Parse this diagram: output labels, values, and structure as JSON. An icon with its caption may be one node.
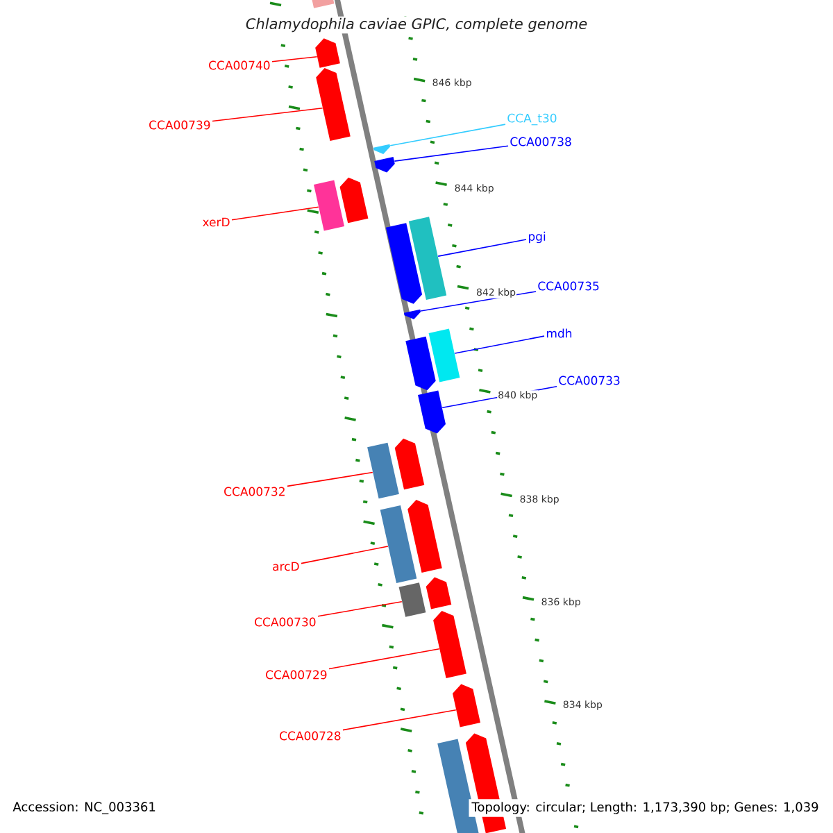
{
  "diagram": {
    "title": "Chlamydophila caviae GPIC, complete genome",
    "nodes": [
      {
        "text": [],
        "shape": "arrow"
      },
      {
        "text": [
          "CCA00740"
        ]
      },
      {
        "text": [],
        "shape": "arrow"
      },
      {
        "text": [
          "CCA00739"
        ]
      },
      {
        "text": [],
        "shape": "arrow"
      },
      {
        "text": [
          "CCA_t30"
        ]
      },
      {
        "text": [],
        "shape": "arrow"
      },
      {
        "text": [
          "CCA00738"
        ]
      },
      {
        "text": [],
        "shape": "arrow"
      },
      {
        "text": [
          "xerD"
        ]
      },
      {
        "text": [],
        "shape": "bar"
      },
      {
        "text": [],
        "shape": "arrow"
      },
      {
        "text": [
          "pgi"
        ]
      },
      {
        "text": [],
        "shape": "arrow"
      },
      {
        "text": [],
        "shape": "bar"
      },
      {
        "text": [
          "CCA00735"
        ]
      },
      {
        "text": [],
        "shape": "arrow"
      },
      {
        "text": [
          "mdh"
        ]
      },
      {
        "text": [],
        "shape": "arrow"
      },
      {
        "text": [],
        "shape": "bar"
      },
      {
        "text": [
          "CCA00733"
        ]
      },
      {
        "text": [],
        "shape": "arrow"
      },
      {
        "text": [
          "CCA00732"
        ]
      },
      {
        "text": [],
        "shape": "bar"
      },
      {
        "text": [],
        "shape": "arrow"
      },
      {
        "text": [
          "arcD"
        ]
      },
      {
        "text": [],
        "shape": "bar"
      },
      {
        "text": [],
        "shape": "arrow"
      },
      {
        "text": [
          "CCA00730"
        ]
      },
      {
        "text": [],
        "shape": "bar"
      },
      {
        "text": [],
        "shape": "arrow"
      },
      {
        "text": [
          "CCA00729"
        ]
      },
      {
        "text": [],
        "shape": "arrow"
      },
      {
        "text": [
          "CCA00728"
        ]
      },
      {
        "text": [],
        "shape": "arrow"
      },
      {
        "text": [],
        "shape": "bar"
      },
      {
        "text": [],
        "shape": "arrow"
      }
    ],
    "edges": [
      {
        "from": 1,
        "to": 2,
        "arrow": "none"
      },
      {
        "from": 3,
        "to": 4,
        "arrow": "none"
      },
      {
        "from": 5,
        "to": 6,
        "arrow": "none",
        "color": "#33ccff"
      },
      {
        "from": 7,
        "to": 8,
        "arrow": "none",
        "color": "#0000ff"
      },
      {
        "from": 9,
        "to": 10,
        "arrow": "none"
      },
      {
        "from": 12,
        "to": 14,
        "arrow": "none",
        "color": "#0000ff"
      },
      {
        "from": 15,
        "to": 16,
        "arrow": "none",
        "color": "#0000ff"
      },
      {
        "from": 17,
        "to": 19,
        "arrow": "none",
        "color": "#0000ff"
      },
      {
        "from": 20,
        "to": 21,
        "arrow": "none",
        "color": "#0000ff"
      },
      {
        "from": 22,
        "to": 23,
        "arrow": "none"
      },
      {
        "from": 25,
        "to": 26,
        "arrow": "none"
      },
      {
        "from": 28,
        "to": 29,
        "arrow": "none"
      },
      {
        "from": 31,
        "to": 32,
        "arrow": "none"
      },
      {
        "from": 33,
        "to": 34,
        "arrow": "none"
      }
    ],
    "labels": [
      "846 kbp",
      "844 kbp",
      "842 kbp",
      "840 kbp",
      "838 kbp",
      "836 kbp",
      "834 kbp",
      "Accession: NC_003361",
      "Topology: circular; Length: 1,173,390 bp; Genes: 1,039"
    ]
  }
}
